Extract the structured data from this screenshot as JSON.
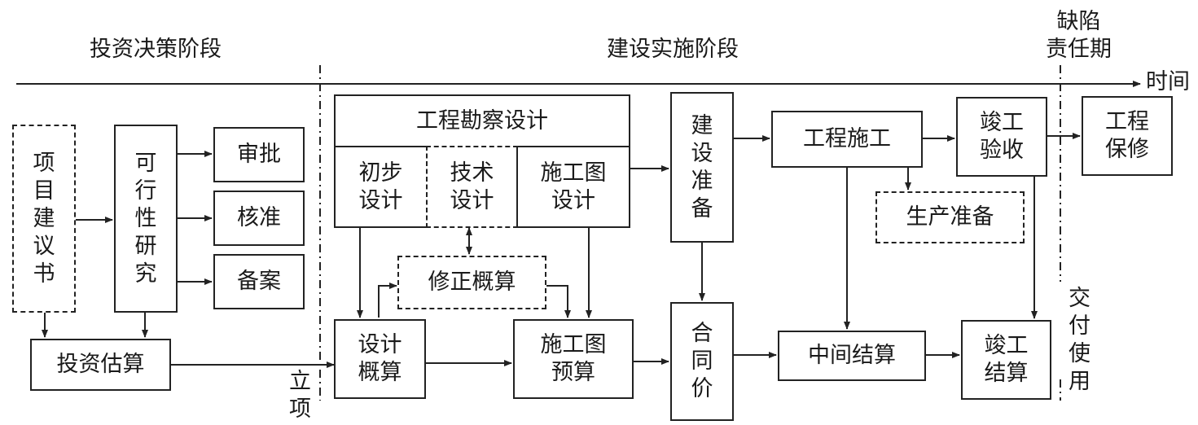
{
  "phases": {
    "decision": "投资决策阶段",
    "implementation": "建设实施阶段",
    "defect_period": [
      "缺陷",
      "责任期"
    ],
    "time": "时间"
  },
  "markers": {
    "approval_point": [
      "立",
      "项"
    ],
    "delivery": [
      "交",
      "付",
      "使",
      "用"
    ]
  },
  "nodes": {
    "proposal": [
      "项",
      "目",
      "建",
      "议",
      "书"
    ],
    "feasibility": [
      "可",
      "行",
      "性",
      "研",
      "究"
    ],
    "shenpi": "审批",
    "hezhun": "核准",
    "bei_an": "备案",
    "invest_estimate": "投资估算",
    "survey_design": "工程勘察设计",
    "prelim_design": [
      "初步",
      "设计"
    ],
    "tech_design": [
      "技术",
      "设计"
    ],
    "construction_drawing_design": [
      "施工图",
      "设计"
    ],
    "revised_estimate": "修正概算",
    "design_estimate": [
      "设计",
      "概算"
    ],
    "drawing_budget": [
      "施工图",
      "预算"
    ],
    "construction_prep": [
      "建",
      "设",
      "准",
      "备"
    ],
    "contract_price": [
      "合",
      "同",
      "价"
    ],
    "construction": "工程施工",
    "production_prep": "生产准备",
    "interim_settlement": "中间结算",
    "completion_acceptance": [
      "竣工",
      "验收"
    ],
    "completion_settlement": [
      "竣工",
      "结算"
    ],
    "warranty": [
      "工程",
      "保修"
    ]
  }
}
